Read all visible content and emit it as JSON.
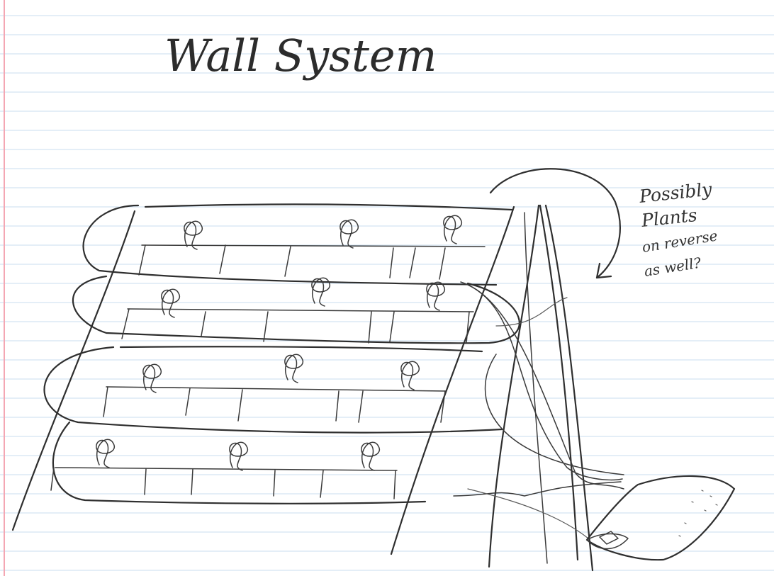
{
  "sheet": {
    "paper_color": "#ffffff",
    "rule_color": "#c9ddef",
    "margin_color": "#f4a7b3",
    "ink_color": "#2f2f2f"
  },
  "title": "Wall System",
  "note": {
    "lines": [
      "Possibly",
      "Plants",
      "on  reverse",
      "as well?"
    ]
  },
  "plants": {
    "rows": 4,
    "per_row": 3
  }
}
